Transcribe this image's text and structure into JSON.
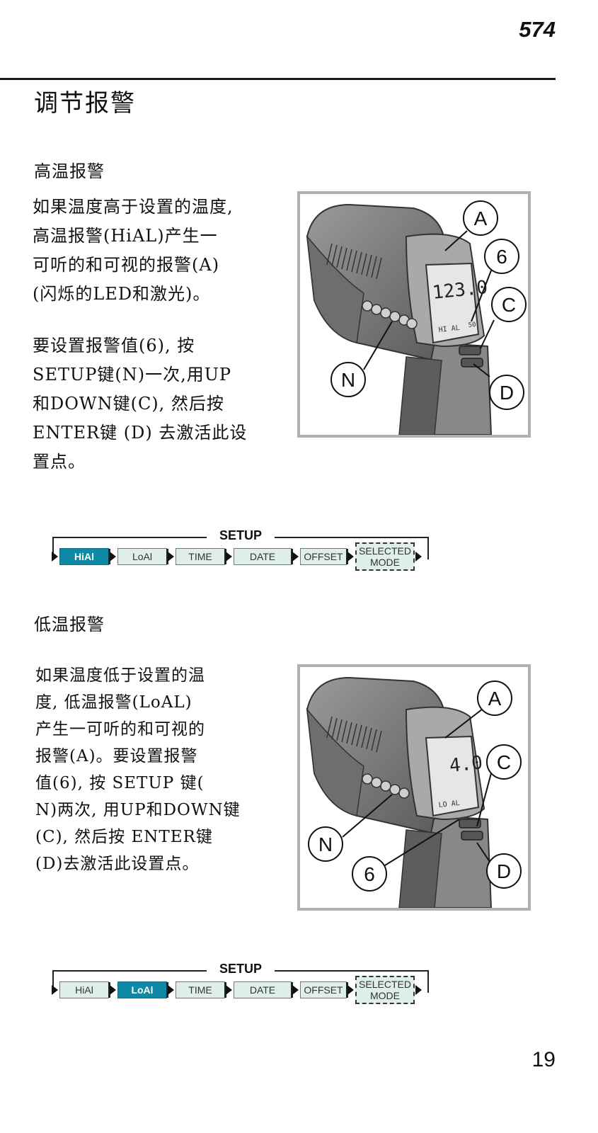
{
  "header": {
    "model": "574"
  },
  "page_title": "调节报警",
  "high_alarm": {
    "heading": "高温报警",
    "lines": [
      "如果温度高于设置的温度,",
      "高温报警(HiAL)产生一",
      "可听的和可视的报警(A)",
      "(闪烁的LED和激光)。"
    ],
    "lines2": [
      "要设置报警值(6), 按",
      "SETUP键(N)一次,用UP",
      "和DOWN键(C), 然后按",
      "ENTER键 (D) 去激活此设",
      "置点。"
    ],
    "figure": {
      "callouts": [
        "A",
        "6",
        "C",
        "N",
        "D"
      ],
      "display_value": "123.0",
      "display_mode": "HI AL",
      "display_sub": "50"
    }
  },
  "setup1": {
    "label": "SETUP",
    "items": [
      "HiAl",
      "LoAl",
      "TIME",
      "DATE",
      "OFFSET"
    ],
    "mode_line1": "SELECTED",
    "mode_line2": "MODE",
    "selected_index": 0
  },
  "low_alarm": {
    "heading": "低温报警",
    "lines": [
      "如果温度低于设置的温",
      "度, 低温报警(LoAL)",
      "产生一可听的和可视的",
      "报警(A)。要设置报警",
      "值(6), 按 SETUP 键(",
      "N)两次, 用UP和DOWN键",
      "(C), 然后按 ENTER键",
      "(D)去激活此设置点。"
    ],
    "figure": {
      "callouts": [
        "A",
        "C",
        "N",
        "6",
        "D"
      ],
      "display_value": "4.0",
      "display_mode": "LO AL"
    }
  },
  "setup2": {
    "label": "SETUP",
    "items": [
      "HiAl",
      "LoAl",
      "TIME",
      "DATE",
      "OFFSET"
    ],
    "mode_line1": "SELECTED",
    "mode_line2": "MODE",
    "selected_index": 1
  },
  "page_number": "19",
  "colors": {
    "selected": "#0f8aa6",
    "box": "#deeee9",
    "frame": "#b0b0b0"
  }
}
